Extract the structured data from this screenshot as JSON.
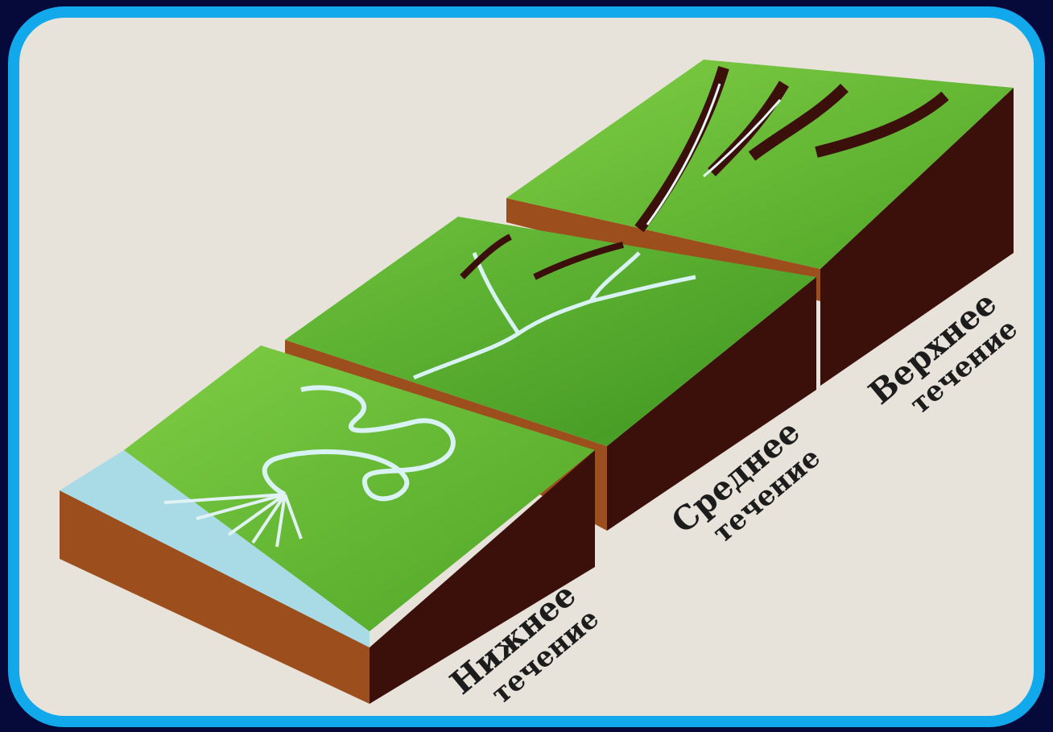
{
  "diagram": {
    "labels": {
      "lower_1": "Нижнее",
      "lower_2": "течение",
      "middle_1": "Среднее",
      "middle_2": "течение",
      "upper_1": "Верхнее",
      "upper_2": "течение"
    },
    "colors": {
      "frame_bg": "#050a3a",
      "frame_border": "#11a9ec",
      "paper": "#e7e2da",
      "grass": "#5fb82e",
      "grass_light": "#8fd04a",
      "soil_dark": "#3b0f0a",
      "soil_brown": "#9c4f1c",
      "water": "#a9dbe6"
    }
  }
}
